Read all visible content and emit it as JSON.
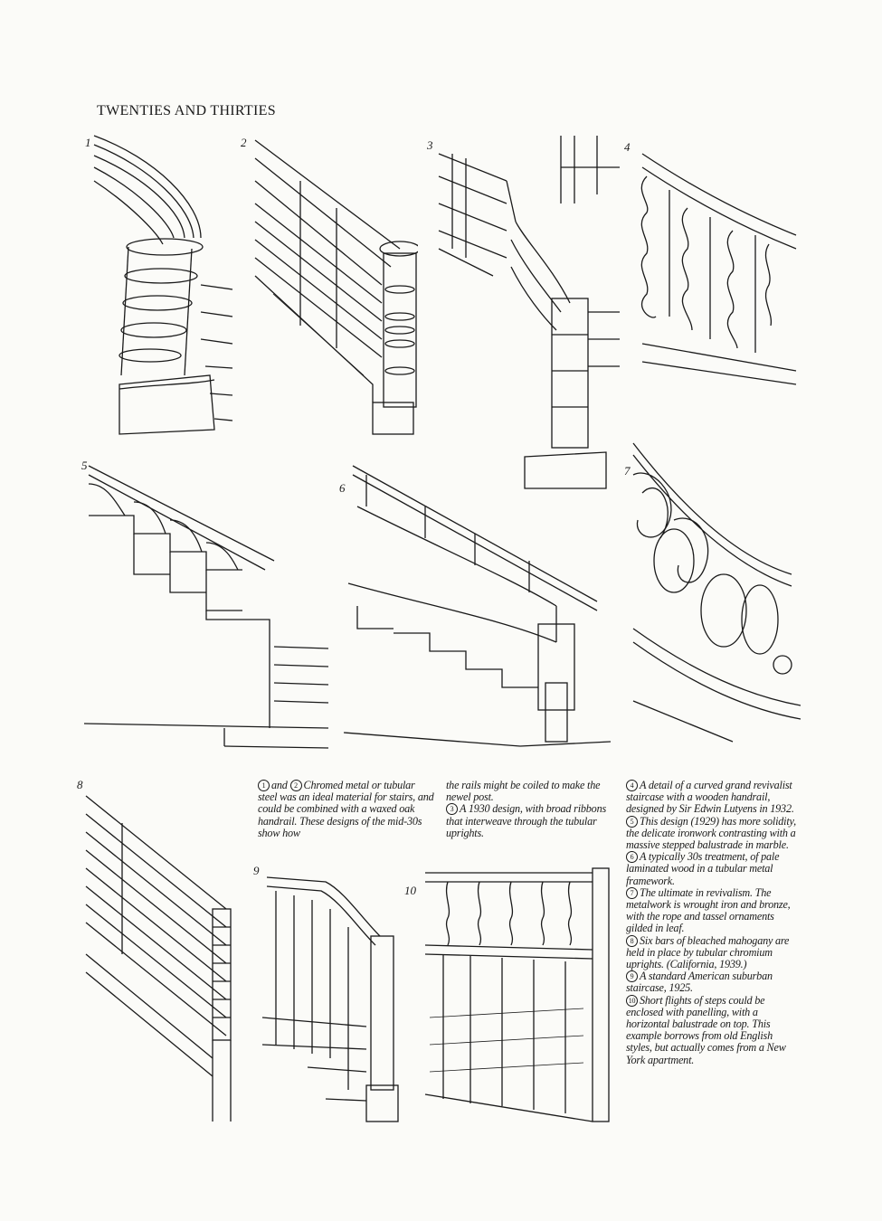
{
  "page": {
    "heading": "TWENTIES AND THIRTIES"
  },
  "figures": [
    {
      "id": "fig-1",
      "number": "1"
    },
    {
      "id": "fig-2",
      "number": "2"
    },
    {
      "id": "fig-3",
      "number": "3"
    },
    {
      "id": "fig-4",
      "number": "4"
    },
    {
      "id": "fig-5",
      "number": "5"
    },
    {
      "id": "fig-6",
      "number": "6"
    },
    {
      "id": "fig-7",
      "number": "7"
    },
    {
      "id": "fig-8",
      "number": "8"
    },
    {
      "id": "fig-9",
      "number": "9"
    },
    {
      "id": "fig-10",
      "number": "10"
    }
  ],
  "captions": {
    "c1_2": {
      "num_a": "1",
      "and": "and",
      "num_b": "2",
      "text": "Chromed metal or tubular steel was an ideal material for stairs, and could be combined with a waxed oak handrail. These designs of the mid-30s show how",
      "cont": "the rails might be coiled to make the newel post."
    },
    "c3": {
      "num": "3",
      "text": "A 1930 design, with broad ribbons that interweave through the tubular uprights."
    },
    "c4": {
      "num": "4",
      "text": "A detail of a curved grand revivalist staircase with a wooden handrail, designed by Sir Edwin Lutyens in 1932."
    },
    "c5": {
      "num": "5",
      "text": "This design (1929) has more solidity, the delicate ironwork contrasting with a massive stepped balustrade in marble."
    },
    "c6": {
      "num": "6",
      "text": "A typically 30s treatment, of pale laminated wood in a tubular metal framework."
    },
    "c7": {
      "num": "7",
      "text": "The ultimate in revivalism. The metalwork is wrought iron and bronze, with the rope and tassel ornaments gilded in leaf."
    },
    "c8": {
      "num": "8",
      "text": "Six bars of bleached mahogany are held in place by tubular chromium uprights. (California, 1939.)"
    },
    "c9": {
      "num": "9",
      "text": "A standard American suburban staircase, 1925."
    },
    "c10": {
      "num": "10",
      "text": "Short flights of steps could be enclosed with panelling, with a horizontal balustrade on top. This example borrows from old English styles, but actually comes from a New York apartment."
    }
  }
}
